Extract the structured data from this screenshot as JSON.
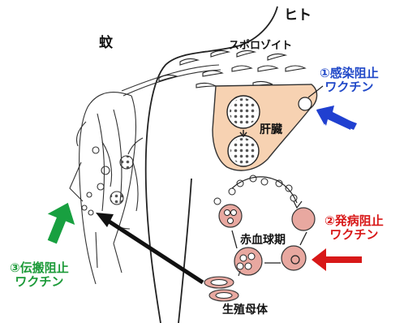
{
  "labels": {
    "mosquito": "蚊",
    "human": "ヒト",
    "sporozoite": "スポロゾイト",
    "liver": "肝臓",
    "erythrocytic_stage": "赤血球期",
    "gametocyte": "生殖母体"
  },
  "vaccines": {
    "infection_blocking": {
      "line1": "①感染阻止",
      "line2": "ワクチン"
    },
    "disease_blocking": {
      "line1": "②発病阻止",
      "line2": "ワクチン"
    },
    "transmission_blocking": {
      "line1": "③伝搬阻止",
      "line2": "ワクチン"
    }
  },
  "colors": {
    "liver_fill": "#f7d2b2",
    "rbc_fill": "#e8a8a0",
    "blue_arrow": "#2040d0",
    "red_arrow": "#d81818",
    "green_arrow": "#18a040",
    "line": "#222222"
  }
}
